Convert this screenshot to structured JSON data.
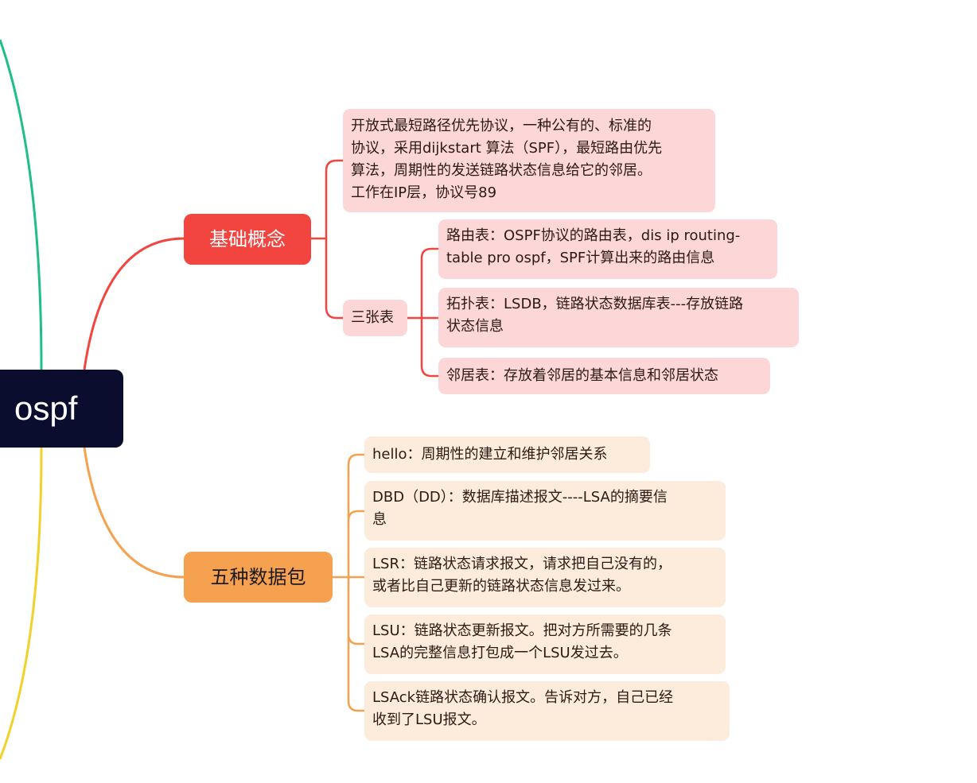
{
  "colors": {
    "root_bg": "#0b0d2e",
    "branch_red": "#f2453f",
    "branch_orange": "#f5a14f",
    "left_green": "#1fbf86",
    "left_yellow": "#f2d22a",
    "leaf_pink": "#fdd7d7",
    "leaf_peach": "#fdebdb"
  },
  "root": {
    "label": "ospf"
  },
  "branches": [
    {
      "label": "基础概念",
      "intro": [
        "开放式最短路径优先协议，一种公有的、标准的",
        "协议，采用dijkstart 算法（SPF），最短路由优先",
        "算法，周期性的发送链路状态信息给它的邻居。",
        "工作在IP层，协议号89"
      ],
      "sub": {
        "label": "三张表",
        "items": [
          [
            "路由表：OSPF协议的路由表，dis ip routing-",
            "table pro  ospf，SPF计算出来的路由信息"
          ],
          [
            "拓扑表：LSDB，链路状态数据库表---存放链路",
            "状态信息"
          ],
          [
            "邻居表：存放着邻居的基本信息和邻居状态"
          ]
        ]
      }
    },
    {
      "label": "五种数据包",
      "items": [
        [
          "hello：周期性的建立和维护邻居关系"
        ],
        [
          "DBD（DD）：数据库描述报文----LSA的摘要信",
          "息"
        ],
        [
          "LSR：链路状态请求报文，请求把自己没有的，",
          "或者比自己更新的链路状态信息发过来。"
        ],
        [
          "LSU：链路状态更新报文。把对方所需要的几条",
          "LSA的完整信息打包成一个LSU发过去。"
        ],
        [
          "LSAck链路状态确认报文。告诉对方，自己已经",
          "收到了LSU报文。"
        ]
      ]
    }
  ]
}
